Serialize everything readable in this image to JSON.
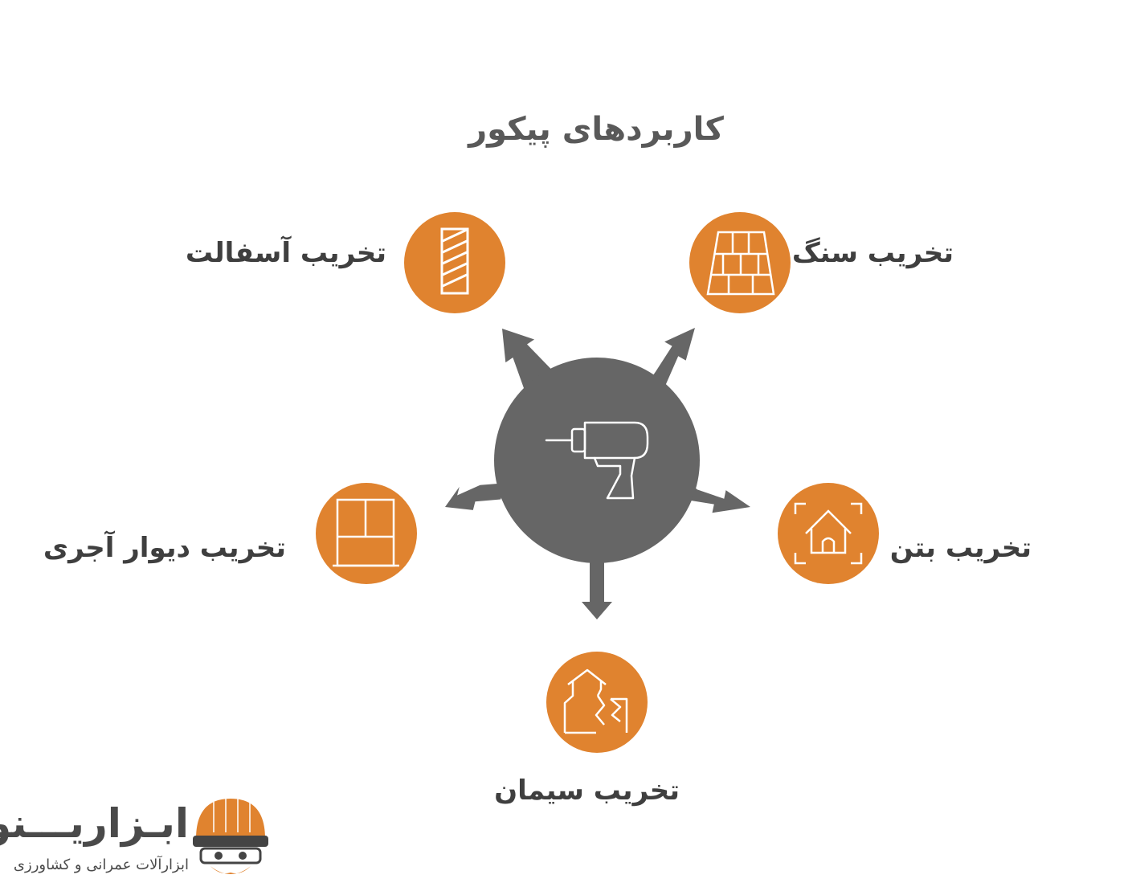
{
  "title": "کاربردهای پیکور",
  "center": {
    "icon": "jackhammer-icon",
    "color": "#666666"
  },
  "accent_color": "#e0832f",
  "applications": [
    {
      "label": "تخریب آسفالت",
      "icon": "asphalt-layer-icon"
    },
    {
      "label": "تخریب سنگ",
      "icon": "stone-wall-icon"
    },
    {
      "label": "تخریب دیوار آجری",
      "icon": "brick-wall-frame-icon"
    },
    {
      "label": "تخریب بتن",
      "icon": "concrete-house-icon"
    },
    {
      "label": "تخریب سیمان",
      "icon": "cracked-building-icon"
    }
  ],
  "logo": {
    "wordmark": "ابـزاریـــنو",
    "tagline": "ابزارآلات عمرانی و کشاورزی",
    "icon": "hardhat-mascot-icon"
  }
}
